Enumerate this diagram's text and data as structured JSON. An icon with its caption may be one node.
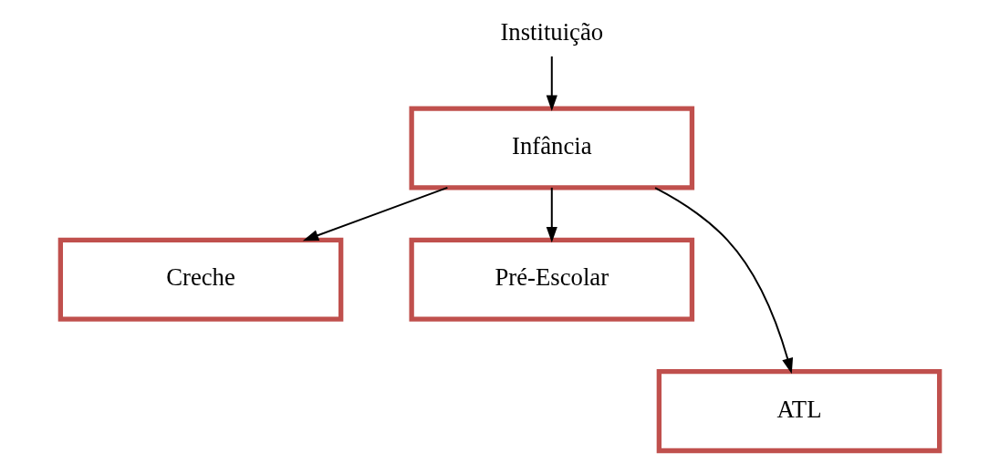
{
  "diagram": {
    "nodes": [
      {
        "text": [
          "Instituição"
        ]
      },
      {
        "text": [
          "Infância"
        ]
      },
      {
        "text": [
          "Creche"
        ]
      },
      {
        "text": [
          "Pré-Escolar"
        ]
      },
      {
        "text": [
          "ATL"
        ]
      }
    ],
    "edges": [
      {
        "from": 0,
        "to": 1,
        "arrow": "to"
      },
      {
        "from": 1,
        "to": 2,
        "arrow": "to"
      },
      {
        "from": 1,
        "to": 3,
        "arrow": "to"
      },
      {
        "from": 1,
        "to": 4,
        "arrow": "to"
      }
    ]
  }
}
